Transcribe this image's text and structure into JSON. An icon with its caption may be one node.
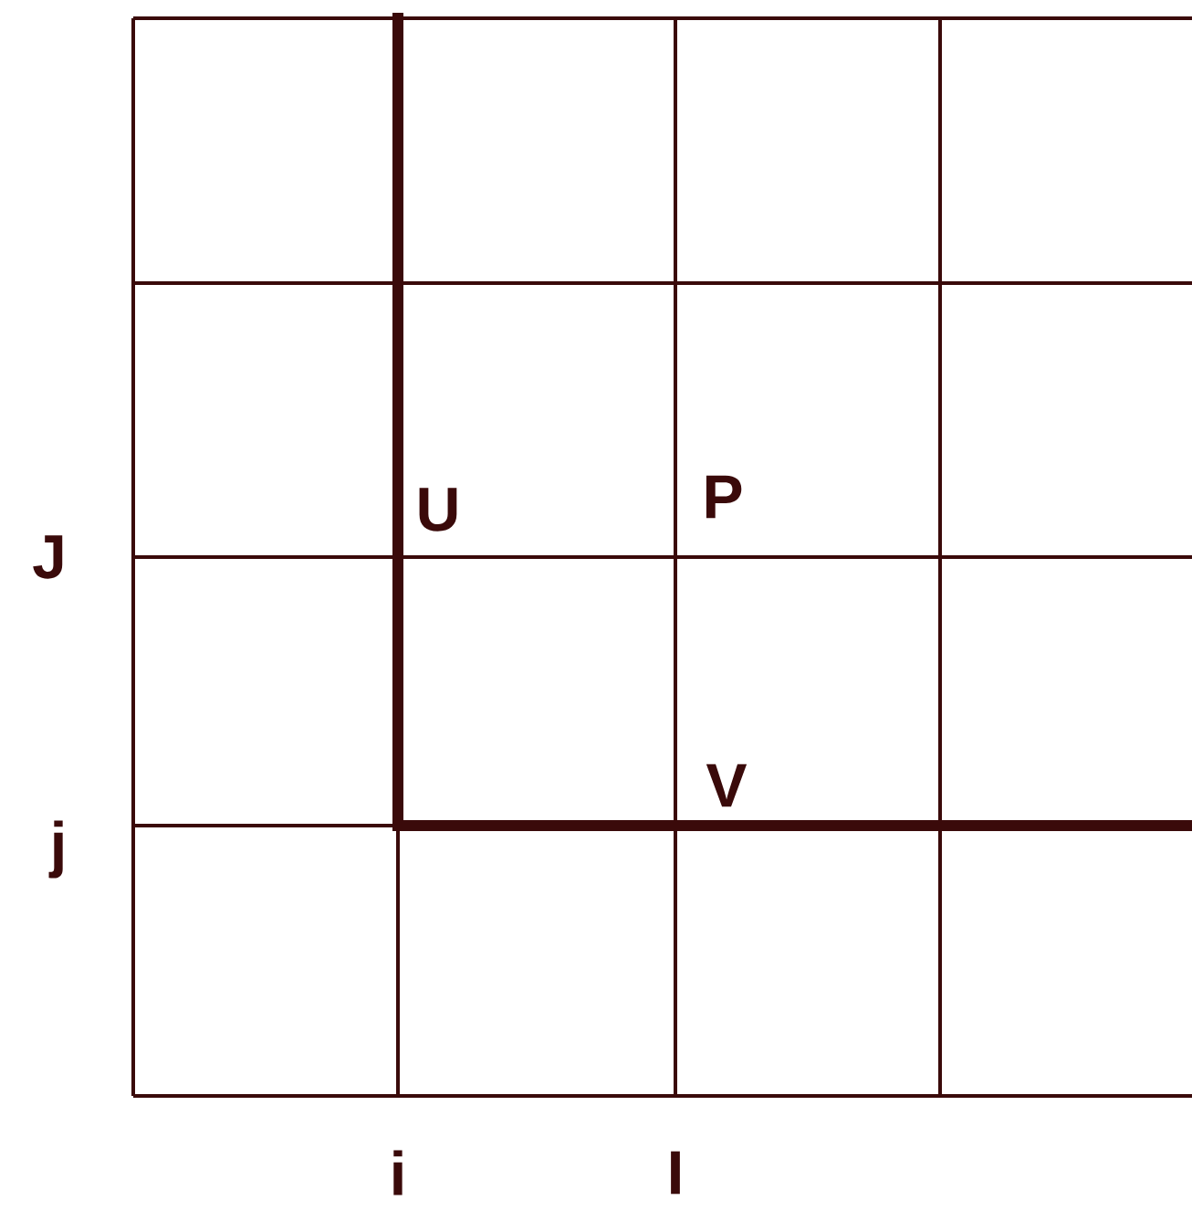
{
  "diagram": {
    "labels": [
      "U",
      "P",
      "J",
      "V",
      "j",
      "i",
      "I"
    ]
  }
}
